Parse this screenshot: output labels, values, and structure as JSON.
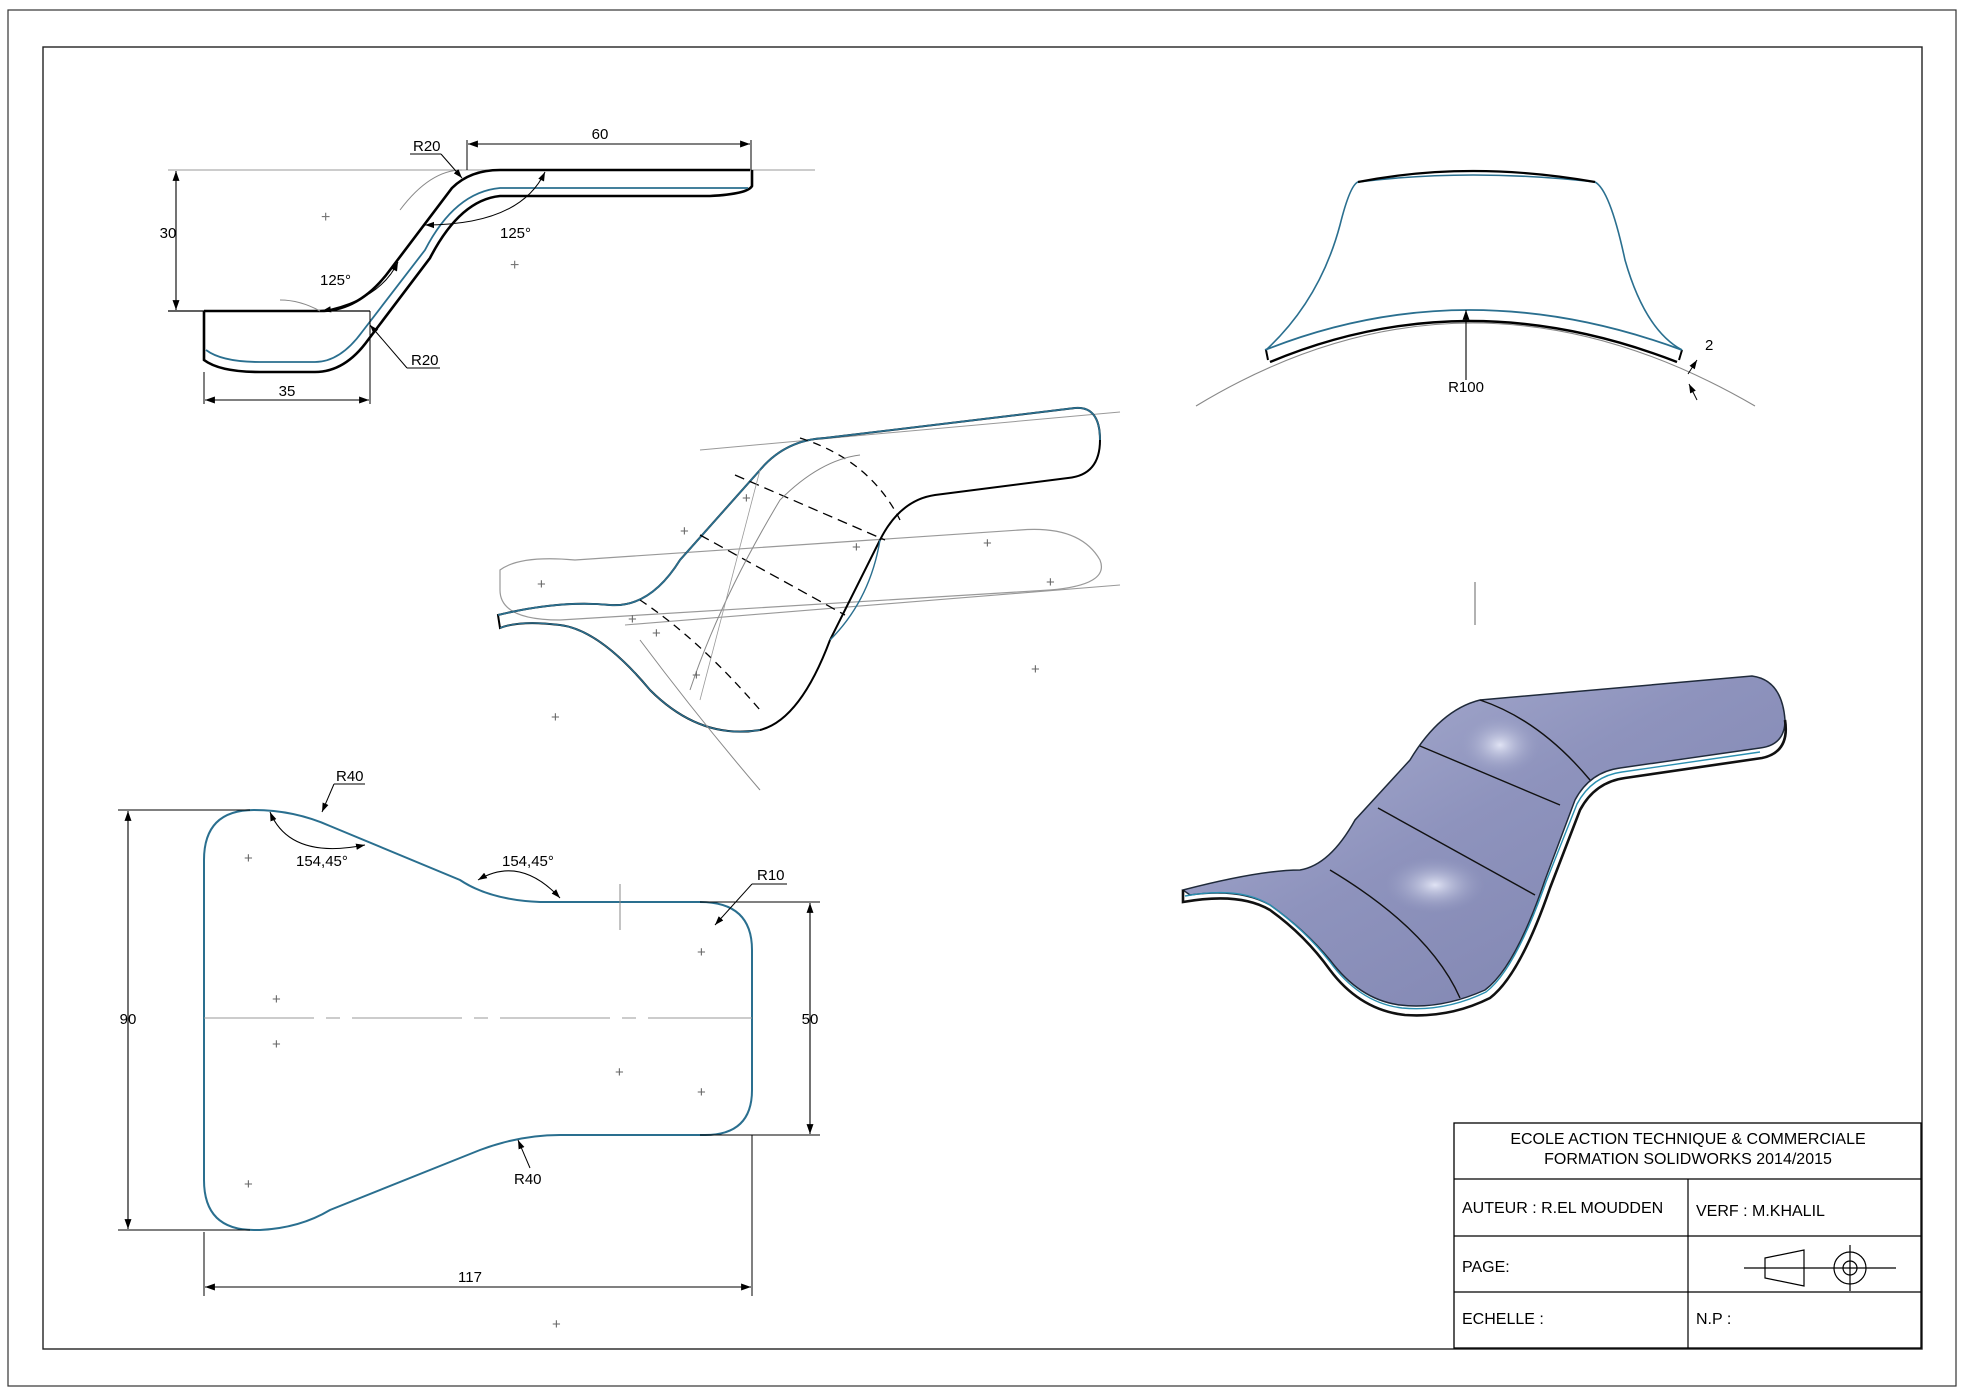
{
  "views": {
    "side_profile": {
      "dim_height": "30",
      "dim_top_length": "60",
      "dim_bottom_length": "35",
      "radius_top": "R20",
      "radius_bottom": "R20",
      "angle_left": "125°",
      "angle_right": "125°"
    },
    "front_profile": {
      "radius": "R100",
      "thickness": "2"
    },
    "top_view": {
      "dim_width": "117",
      "dim_height_left": "90",
      "dim_height_right": "50",
      "radius_top": "R40",
      "radius_bottom": "R40",
      "radius_corner": "R10",
      "angle_left": "154,45°",
      "angle_right": "154,45°"
    }
  },
  "title_block": {
    "school": "ECOLE ACTION TECHNIQUE & COMMERCIALE",
    "course": "FORMATION  SOLIDWORKS 2014/2015",
    "author": "AUTEUR :  R.EL MOUDDEN",
    "verifier": "VERF : M.KHALIL",
    "page": "PAGE:",
    "scale": "ECHELLE :",
    "np": "N.P :"
  },
  "colors": {
    "line": "#000000",
    "edge_blue": "#2a6f8f",
    "construction": "#8a8a8a",
    "shaded_surface": "#9aa0c4"
  }
}
